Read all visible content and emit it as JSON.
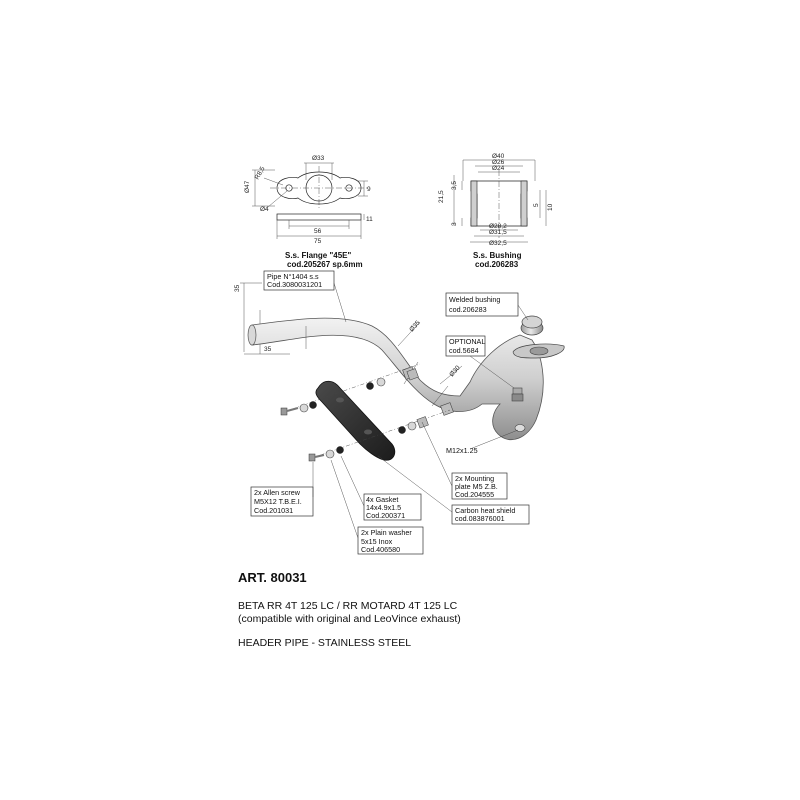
{
  "flange": {
    "dims": [
      "Ø33",
      "Ø47",
      "R8,5",
      "Ø4",
      "9",
      "11",
      "56",
      "75"
    ],
    "caption1": "S.s. Flange \"45E\"",
    "caption2": "cod.205267  sp.6mm"
  },
  "bushing": {
    "dims": [
      "Ø40",
      "Ø26",
      "Ø24",
      "21,5",
      "3,5",
      "3",
      "5",
      "10",
      "Ø28,2",
      "Ø31,5",
      "Ø32,5"
    ],
    "caption1": "S.s. Bushing",
    "caption2": "cod.206283"
  },
  "main": {
    "dim_35_vertical": "35",
    "dim_35_horizontal": "35",
    "dia_35": "Ø35",
    "dia_30": "Ø30",
    "thread": "M12x1.25"
  },
  "labels": {
    "pipe": [
      "Pipe N°1404 s.s",
      "Cod.3080031201"
    ],
    "welded_bushing": [
      "Welded bushing",
      "cod.206283"
    ],
    "optional": [
      "OPTIONAL",
      "cod.5684"
    ],
    "mounting_plate": [
      "2x Mounting",
      "plate M5 Z.B.",
      "Cod.204555"
    ],
    "heat_shield": [
      "Carbon heat shield",
      "cod.083876001"
    ],
    "allen_screw": [
      "2x Allen screw",
      "M5X12 T.B.E.I.",
      "Cod.201031"
    ],
    "gasket": [
      "4x Gasket",
      "14x4.9x1.5",
      "Cod.200371"
    ],
    "washer": [
      "2x Plain washer",
      "5x15 Inox",
      "Cod.406580"
    ]
  },
  "footer": {
    "art": "ART. 80031",
    "model_line1": "BETA RR 4T 125 LC / RR MOTARD 4T 125 LC",
    "model_line2": "(compatible with original and LeoVince exhaust)",
    "description": "HEADER PIPE - STAINLESS STEEL"
  },
  "colors": {
    "pipe_light": "#e4e4e4",
    "pipe_dark": "#9a9a9a",
    "shield": "#2b2b2b"
  }
}
